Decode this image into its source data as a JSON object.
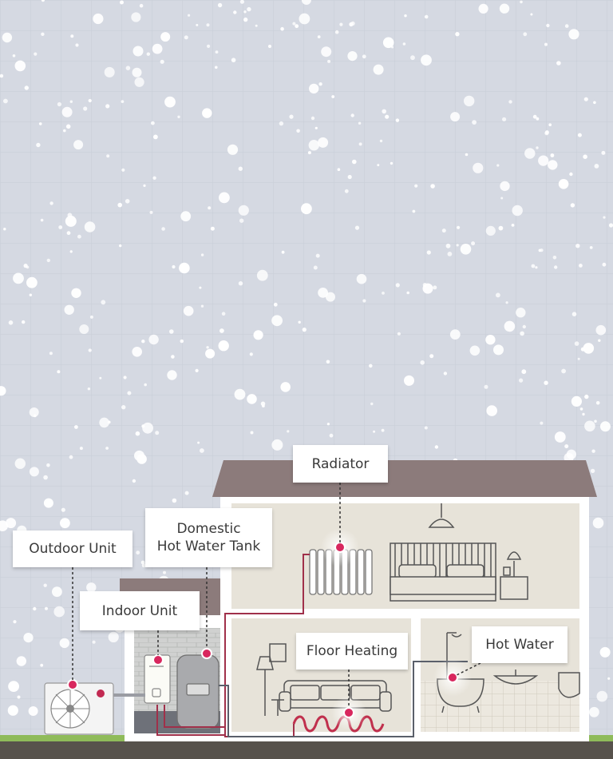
{
  "labels": {
    "radiator": "Radiator",
    "outdoor_unit": "Outdoor Unit",
    "hot_water_tank_line1": "Domestic",
    "hot_water_tank_line2": "Hot Water Tank",
    "indoor_unit": "Indoor Unit",
    "floor_heating": "Floor Heating",
    "hot_water": "Hot Water"
  },
  "colors": {
    "sky": "#d5d9e2",
    "roof": "#8c7b7b",
    "wall": "#ffffff",
    "room": "#e7e3d9",
    "ground": "#57524c",
    "grass": "#8fbb5a",
    "pipe": "#a0304a",
    "marker": "#d8275e"
  },
  "icons": [
    "air-conditioner-icon",
    "radiator-icon",
    "bed-icon",
    "lamp-icon",
    "sofa-icon",
    "bathtub-icon",
    "shower-icon",
    "water-tank-icon"
  ]
}
